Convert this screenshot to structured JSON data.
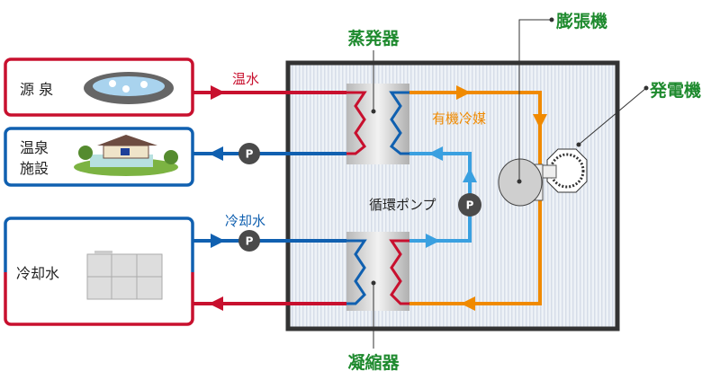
{
  "labels": {
    "evaporator": "蒸発器",
    "condenser": "凝縮器",
    "expander": "膨張機",
    "generator": "発電機",
    "hot_water": "温水",
    "cooling_water_flow": "冷却水",
    "organic_refrigerant": "有機冷媒",
    "circulation_pump": "循環ポンプ",
    "pump_symbol": "P"
  },
  "boxes": {
    "source": "源 泉",
    "facility_line1": "温泉",
    "facility_line2": "施設",
    "cooling_water": "冷却水"
  },
  "colors": {
    "hot": "#c8102e",
    "cold": "#1060b0",
    "refrigerant": "#f08a00",
    "circulation": "#3aa0e0",
    "label_green": "#1e8a2e"
  }
}
